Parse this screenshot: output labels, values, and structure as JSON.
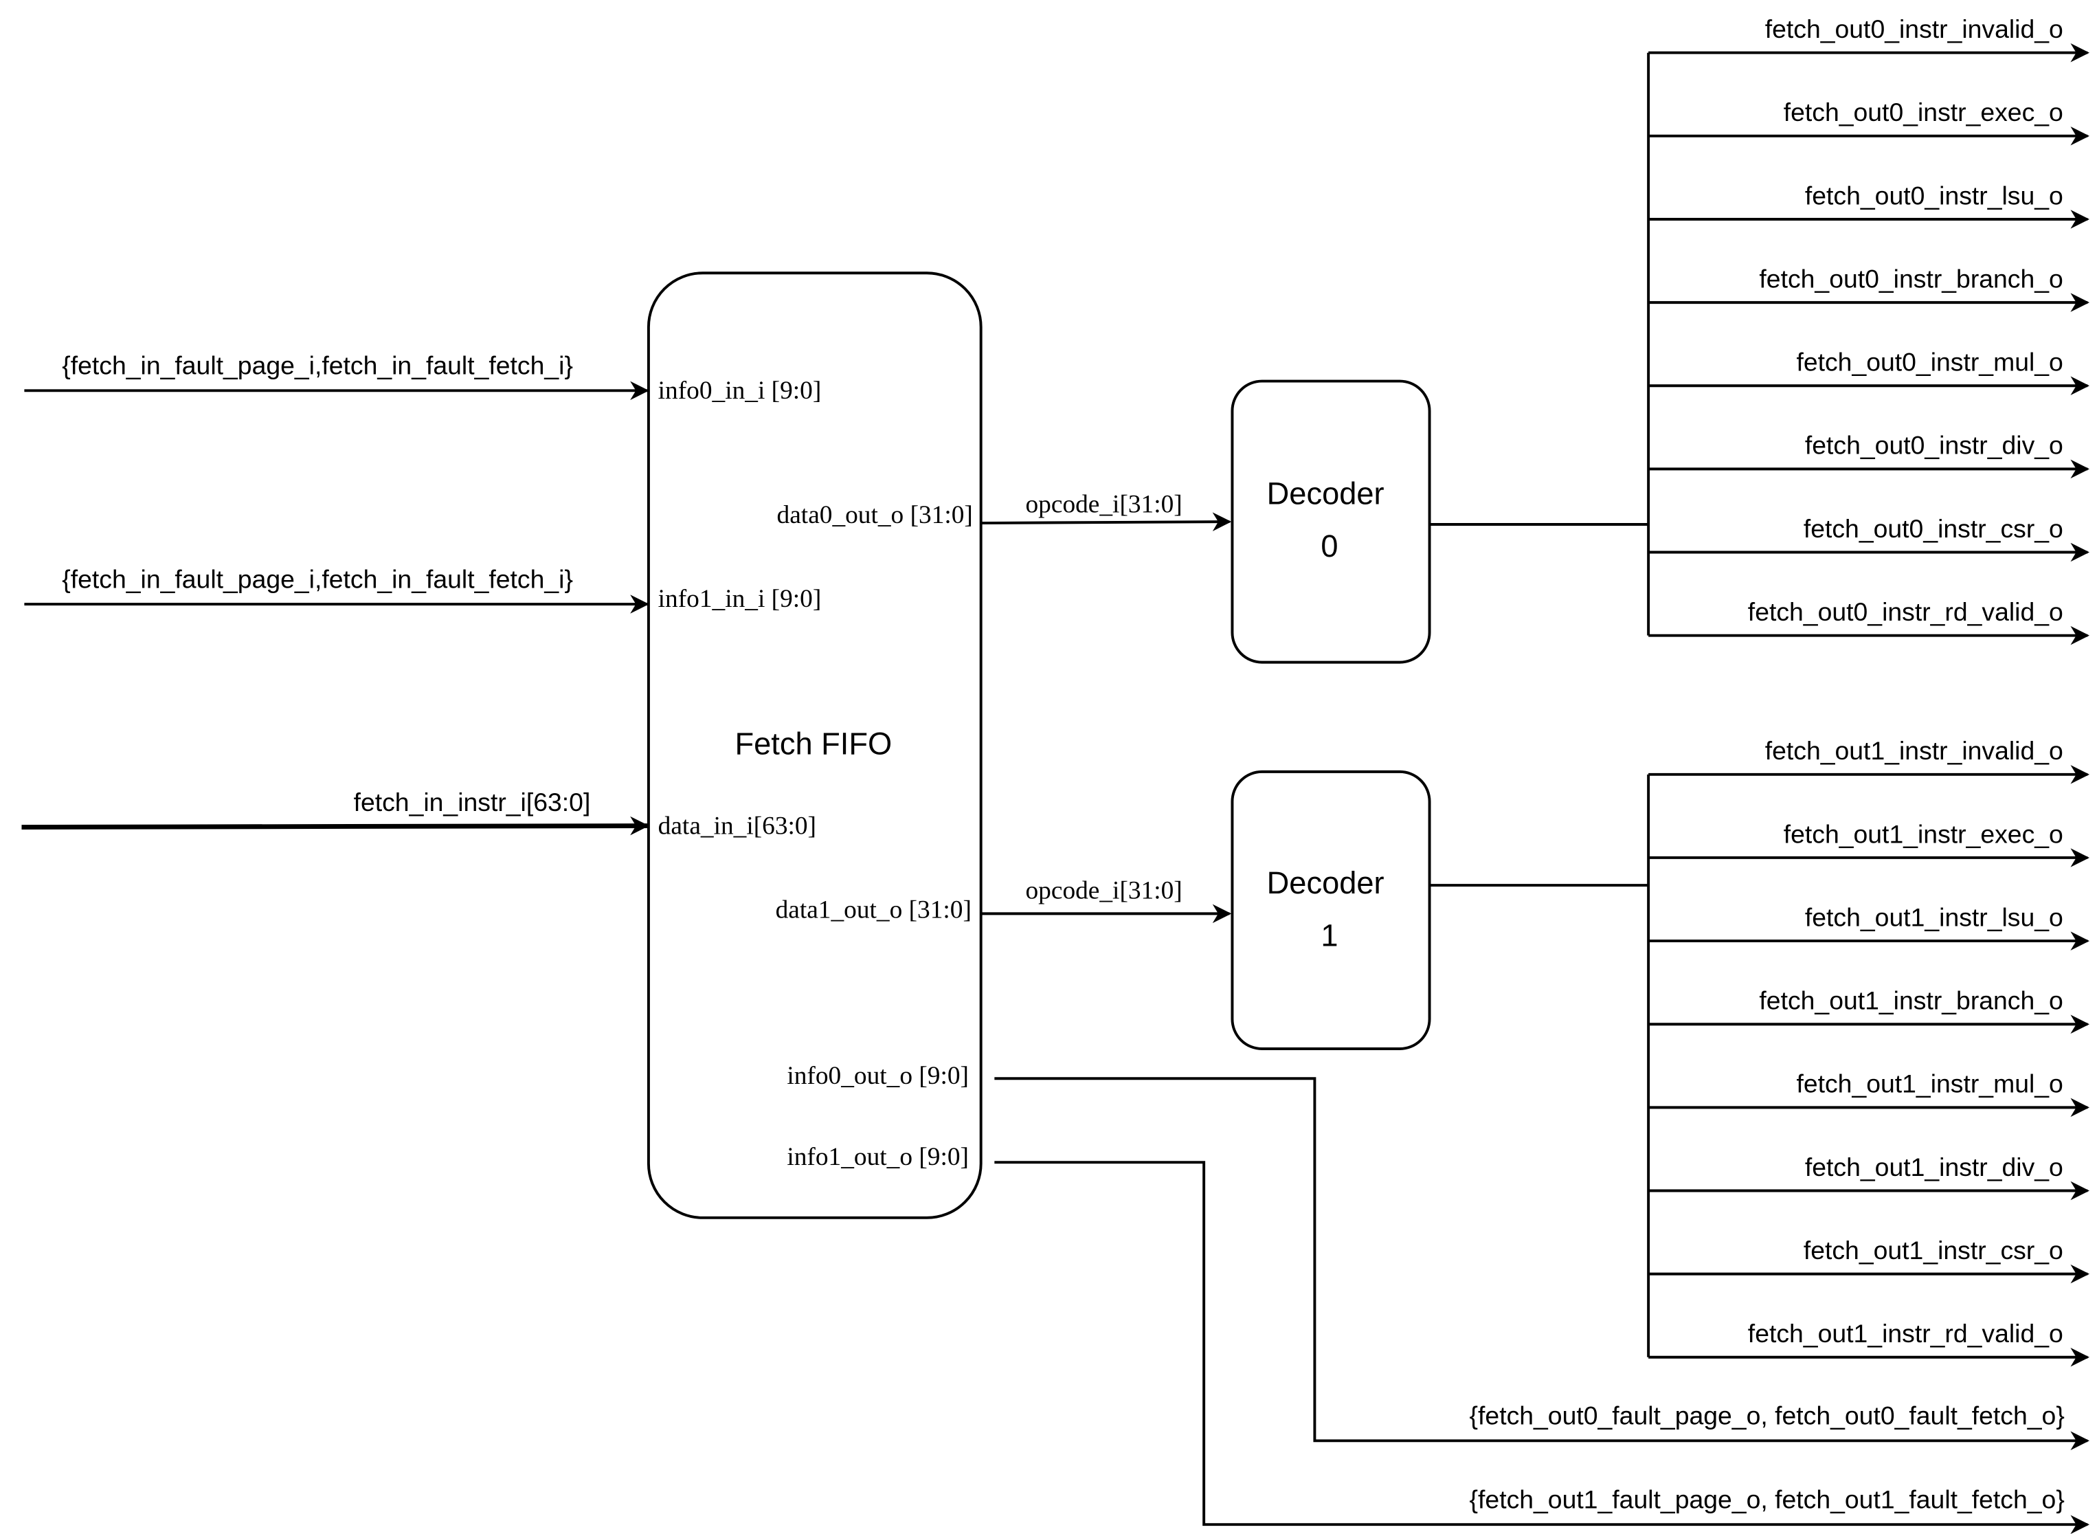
{
  "blocks": {
    "fifo": {
      "title": "Fetch FIFO",
      "ports": {
        "info0_in": "info0_in_i [9:0]",
        "info1_in": "info1_in_i [9:0]",
        "data_in": "data_in_i[63:0]",
        "data0_out": "data0_out_o [31:0]",
        "data1_out": "data1_out_o [31:0]",
        "info0_out": "info0_out_o [9:0]",
        "info1_out": "info1_out_o [9:0]"
      }
    },
    "decoder0": {
      "line1": "Decoder",
      "line2": "0"
    },
    "decoder1": {
      "line1": "Decoder",
      "line2": "1"
    }
  },
  "inputs": {
    "fault0": "{fetch_in_fault_page_i,fetch_in_fault_fetch_i}",
    "fault1": "{fetch_in_fault_page_i,fetch_in_fault_fetch_i}",
    "instr": "fetch_in_instr_i[63:0]"
  },
  "wires": {
    "opcode0": "opcode_i[31:0]",
    "opcode1": "opcode_i[31:0]"
  },
  "outputs": {
    "decoder0": [
      "fetch_out0_instr_invalid_o",
      "fetch_out0_instr_exec_o",
      "fetch_out0_instr_lsu_o",
      "fetch_out0_instr_branch_o",
      "fetch_out0_instr_mul_o",
      "fetch_out0_instr_div_o",
      "fetch_out0_instr_csr_o",
      "fetch_out0_instr_rd_valid_o"
    ],
    "decoder1": [
      "fetch_out1_instr_invalid_o",
      "fetch_out1_instr_exec_o",
      "fetch_out1_instr_lsu_o",
      "fetch_out1_instr_branch_o",
      "fetch_out1_instr_mul_o",
      "fetch_out1_instr_div_o",
      "fetch_out1_instr_csr_o",
      "fetch_out1_instr_rd_valid_o"
    ],
    "fault0": "{fetch_out0_fault_page_o, fetch_out0_fault_fetch_o}",
    "fault1": "{fetch_out1_fault_page_o, fetch_out1_fault_fetch_o}"
  }
}
